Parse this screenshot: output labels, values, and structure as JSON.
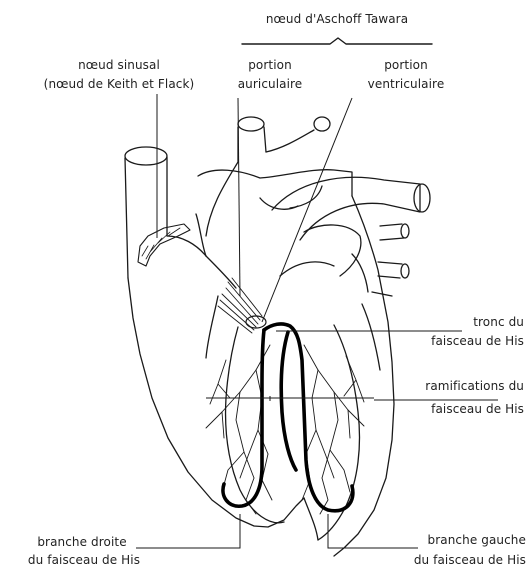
{
  "colors": {
    "line": "#1a1a1a",
    "label": "#222222",
    "bundle": "#000000",
    "background": "#ffffff"
  },
  "labels": {
    "av_node_title": "nœud d'Aschoff Tawara",
    "sinus_node_l1": "nœud sinusal",
    "sinus_node_l2": "(nœud de Keith et Flack)",
    "portion_aur_l1": "portion",
    "portion_aur_l2": "auriculaire",
    "portion_ven_l1": "portion",
    "portion_ven_l2": "ventriculaire",
    "tronc_l1": "tronc du",
    "tronc_l2": "faisceau de His",
    "ramif_l1": "ramifications du",
    "ramif_l2": "faisceau de His",
    "branche_droite_l1": "branche droite",
    "branche_droite_l2": "du faisceau de His",
    "branche_gauche_l1": "branche gauche",
    "branche_gauche_l2": "du faisceau de His"
  }
}
